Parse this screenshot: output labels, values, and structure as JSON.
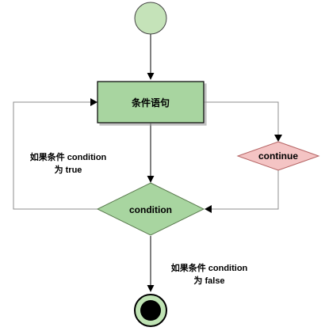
{
  "diagram": {
    "nodes": {
      "start": {
        "type": "initial-state",
        "fill": "#c5e3b9",
        "stroke": "#444444"
      },
      "statement": {
        "label": "条件语句",
        "fill": "#a8d5a0",
        "stroke": "#000000",
        "shadow": "#aaaaaa"
      },
      "condition": {
        "label": "condition",
        "fill": "#a8d5a0",
        "stroke": "#5a7a4e"
      },
      "continue": {
        "label": "continue",
        "fill": "#f4c4c4",
        "stroke": "#b56464"
      },
      "end": {
        "type": "final-state",
        "fill": "#000000",
        "ring": "#bfe3b4",
        "stroke": "#000000"
      }
    },
    "edge_labels": {
      "true_line1": "如果条件 condition",
      "true_line2": "为 true",
      "false_line1": "如果条件 condition",
      "false_line2": "为 false"
    },
    "colors": {
      "arrow": "#000000",
      "loop_line": "#8c8c8c"
    }
  }
}
